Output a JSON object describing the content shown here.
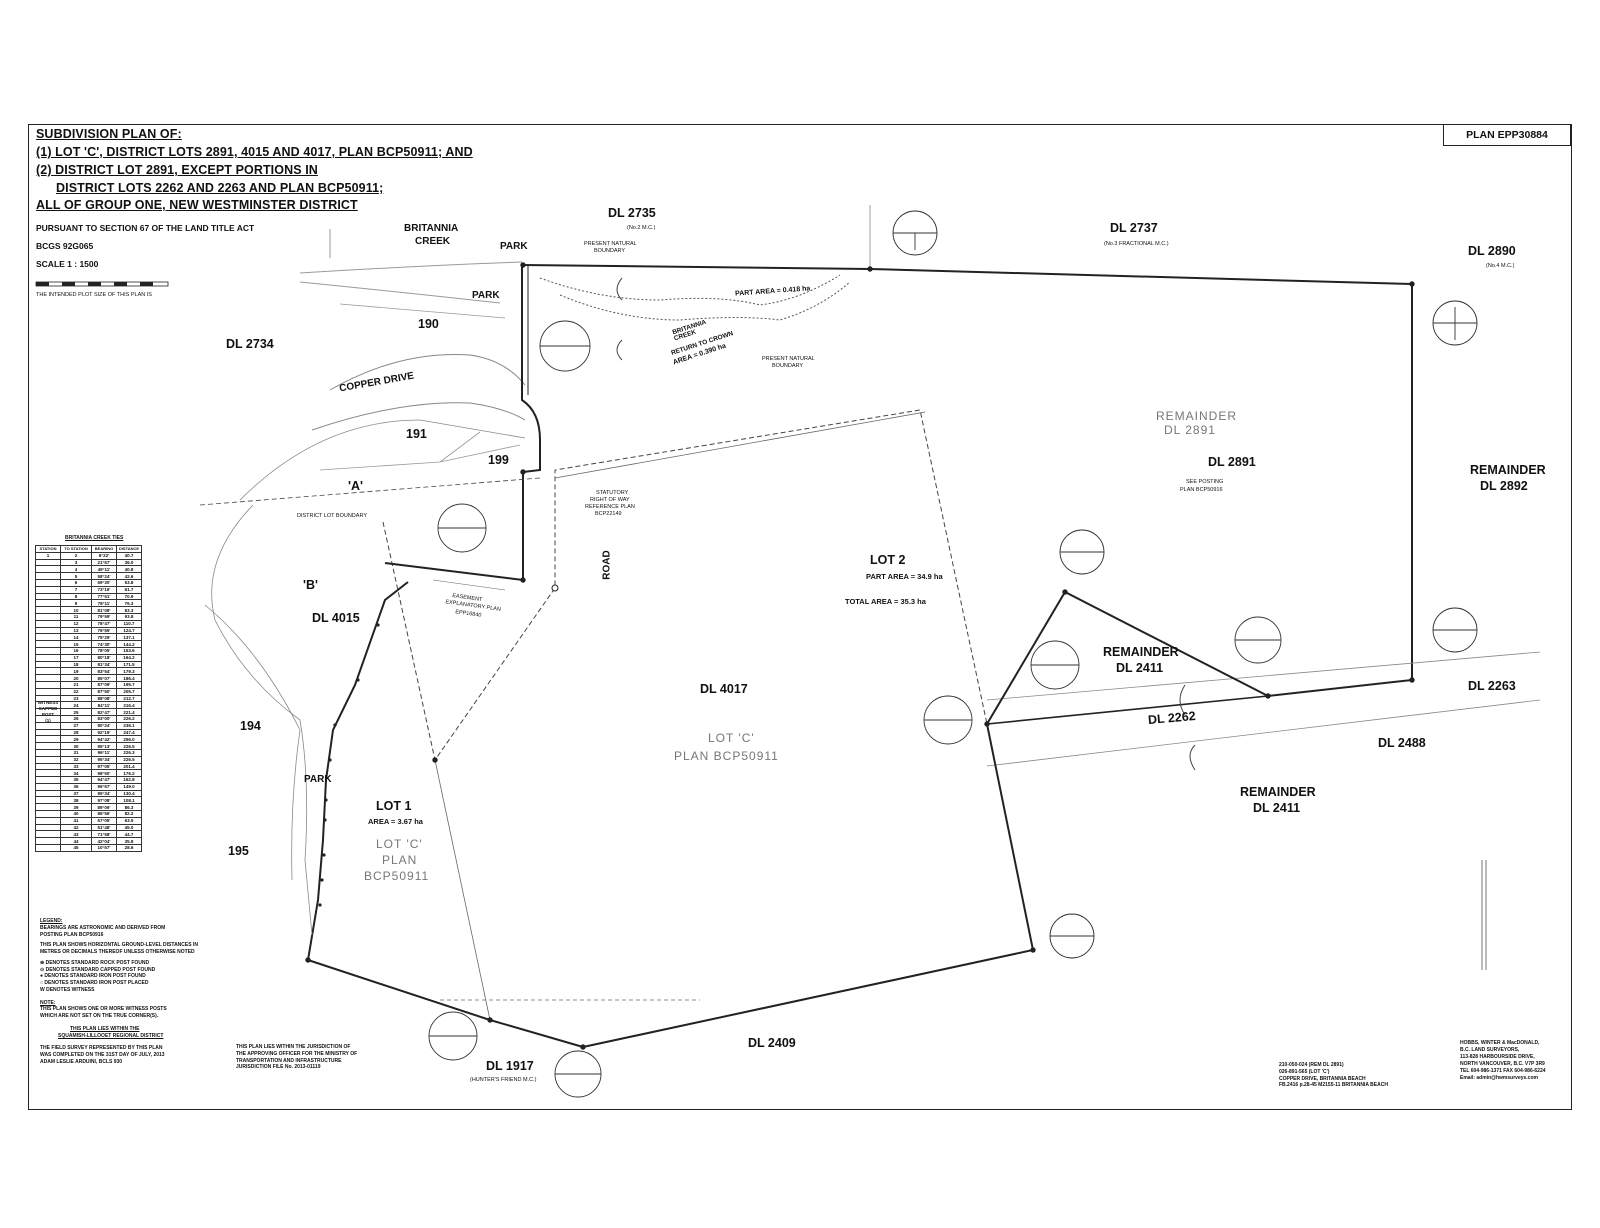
{
  "plan_number": "PLAN EPP30884",
  "title_lines": [
    "SUBDIVISION PLAN OF:",
    "(1) LOT 'C', DISTRICT LOTS 2891, 4015 AND 4017, PLAN BCP50911; AND",
    "(2) DISTRICT LOT 2891, EXCEPT PORTIONS IN",
    "DISTRICT LOTS 2262 AND 2263 AND PLAN BCP50911;",
    "ALL OF GROUP ONE, NEW WESTMINSTER DISTRICT"
  ],
  "pursuant": "PURSUANT TO SECTION 67 OF THE LAND TITLE ACT",
  "bcgs": "BCGS 92G065",
  "scale": "SCALE 1 : 1500",
  "districts": {
    "dl2735": "DL 2735",
    "dl2737": "DL 2737",
    "dl2890": "DL 2890",
    "dl2734": "DL 2734",
    "dl2891": "DL 2891",
    "dl4015": "DL 4015",
    "dl4017": "DL 4017",
    "dl2262": "DL 2262",
    "dl2263": "DL 2263",
    "dl2488": "DL 2488",
    "dl2409": "DL 2409",
    "dl1917": "DL 1917"
  },
  "remainders": {
    "r2891": [
      "REMAINDER",
      "DL 2891"
    ],
    "r2892": [
      "REMAINDER",
      "DL 2892"
    ],
    "r2411a": [
      "REMAINDER",
      "DL 2411"
    ],
    "r2411b": [
      "REMAINDER",
      "DL 2411"
    ]
  },
  "features": {
    "britannia_creek": [
      "BRITANNIA",
      "CREEK"
    ],
    "park": "PARK",
    "copper_drive": "COPPER   DRIVE",
    "road": "ROAD",
    "part_area_north": "PART AREA = 0.418 ha",
    "creek_return": [
      "BRITANNIA",
      "CREEK",
      "RETURN TO CROWN",
      "AREA = 0.390 ha"
    ],
    "statutory_row": [
      "STATUTORY",
      "RIGHT OF WAY",
      "REFERENCE PLAN",
      "BCP22149"
    ],
    "easement_plan": [
      "EASEMENT",
      "EXPLANATORY PLAN",
      "EPP16840"
    ],
    "district_lot_boundary": "DISTRICT LOT BOUNDARY",
    "present_natural_boundary": [
      "PRESENT NATURAL",
      "BOUNDARY"
    ]
  },
  "lots": {
    "lot2": {
      "name": "LOT 2",
      "part_area": "PART AREA = 34.9 ha",
      "total_area": "TOTAL AREA = 35.3 ha"
    },
    "lot1": {
      "name": "LOT 1",
      "area": "AREA = 3.67 ha"
    },
    "lotc_center": [
      "LOT 'C'",
      "PLAN BCP50911"
    ],
    "lotc_left": [
      "LOT 'C'",
      "PLAN",
      "BCP50911"
    ]
  },
  "parcels": {
    "p190": "190",
    "p191": "191",
    "p199": "199",
    "p194": "194",
    "p195": "195",
    "a": "'A'",
    "b": "'B'"
  },
  "tie_table": {
    "caption": "BRITANNIA CREEK TIES",
    "headers": [
      "STATION",
      "TO STATION",
      "BEARING",
      "DISTANCE"
    ],
    "rows": [
      [
        "1",
        "2",
        "6°22'",
        "40.7"
      ],
      [
        "",
        "3",
        "21°57'",
        "36.0"
      ],
      [
        "",
        "4",
        "49°11'",
        "40.8"
      ],
      [
        "",
        "5",
        "58°24'",
        "42.6"
      ],
      [
        "",
        "6",
        "69°30'",
        "53.8"
      ],
      [
        "",
        "7",
        "73°16'",
        "61.7"
      ],
      [
        "",
        "8",
        "77°51'",
        "70.9"
      ],
      [
        "",
        "9",
        "78°11'",
        "76.3"
      ],
      [
        "",
        "10",
        "81°08'",
        "83.3"
      ],
      [
        "",
        "11",
        "79°59'",
        "93.8"
      ],
      [
        "",
        "12",
        "78°47'",
        "110.7"
      ],
      [
        "",
        "13",
        "76°55'",
        "124.7"
      ],
      [
        "",
        "14",
        "79°29'",
        "137.1"
      ],
      [
        "",
        "15",
        "74°30'",
        "144.2"
      ],
      [
        "",
        "16",
        "78°05'",
        "153.6"
      ],
      [
        "",
        "17",
        "80°18'",
        "164.2"
      ],
      [
        "",
        "18",
        "81°34'",
        "171.5"
      ],
      [
        "",
        "19",
        "83°54'",
        "179.3"
      ],
      [
        "",
        "20",
        "85°07'",
        "186.4"
      ],
      [
        "",
        "21",
        "87°09'",
        "195.7"
      ],
      [
        "",
        "22",
        "87°50'",
        "205.7"
      ],
      [
        "",
        "23",
        "88°08'",
        "212.7"
      ],
      [
        "",
        "24",
        "84°11'",
        "216.4"
      ],
      [
        "",
        "25",
        "82°47'",
        "221.4"
      ],
      [
        "",
        "26",
        "83°00'",
        "226.2"
      ],
      [
        "",
        "27",
        "80°24'",
        "236.1"
      ],
      [
        "",
        "28",
        "92°19'",
        "247.4"
      ],
      [
        "",
        "29",
        "94°42'",
        "256.0"
      ],
      [
        "",
        "30",
        "95°13'",
        "226.5"
      ],
      [
        "",
        "31",
        "96°11'",
        "226.3"
      ],
      [
        "",
        "32",
        "95°34'",
        "226.5"
      ],
      [
        "",
        "33",
        "97°05'",
        "201.4"
      ],
      [
        "",
        "34",
        "98°50'",
        "176.2"
      ],
      [
        "",
        "35",
        "94°47'",
        "162.8"
      ],
      [
        "",
        "36",
        "96°57'",
        "149.0"
      ],
      [
        "",
        "37",
        "95°34'",
        "130.4"
      ],
      [
        "",
        "38",
        "97°08'",
        "108.1"
      ],
      [
        "",
        "39",
        "89°06'",
        "86.3"
      ],
      [
        "",
        "40",
        "86°56'",
        "82.2"
      ],
      [
        "",
        "41",
        "57°05'",
        "63.5"
      ],
      [
        "",
        "42",
        "51°48'",
        "45.0"
      ],
      [
        "",
        "43",
        "71°58'",
        "44.7"
      ],
      [
        "",
        "44",
        "42°04'",
        "35.8"
      ],
      [
        "",
        "45",
        "10°57'",
        "28.6"
      ]
    ],
    "witness_label": [
      "WITNESS",
      "CAPPED",
      "POST",
      "(1)"
    ]
  },
  "legend": {
    "heading": "LEGEND:",
    "lines": [
      "BEARINGS ARE ASTRONOMIC AND DERIVED FROM",
      "POSTING PLAN BCP50916",
      "THIS PLAN SHOWS HORIZONTAL GROUND-LEVEL DISTANCES IN",
      "METRES OR DECIMALS THEREOF UNLESS OTHERWISE NOTED",
      "⊕  DENOTES STANDARD ROCK POST FOUND",
      "⊙  DENOTES STANDARD CAPPED POST FOUND",
      "●  DENOTES STANDARD IRON POST FOUND",
      "○  DENOTES STANDARD IRON POST PLACED",
      "W  DENOTES WITNESS"
    ],
    "note_heading": "NOTE:",
    "note": [
      "THIS PLAN SHOWS ONE OR MORE WITNESS POSTS",
      "WHICH ARE NOT SET ON THE TRUE CORNER(S)."
    ],
    "regional": [
      "THIS PLAN LIES WITHIN THE",
      "SQUAMISH-LILLOOET REGIONAL DISTRICT"
    ],
    "field_survey": [
      "THE FIELD SURVEY REPRESENTED BY THIS PLAN",
      "WAS COMPLETED ON THE 31ST DAY OF JULY, 2013",
      "ADAM LESLIE ARDUINI, BCLS 930"
    ]
  },
  "jurisdiction": [
    "THIS PLAN LIES WITHIN THE JURISDICTION OF",
    "THE APPROVING OFFICER FOR THE MINISTRY OF",
    "TRANSPORTATION AND INFRASTRUCTURE",
    "JURISDICTION FILE No. 2013-01119"
  ],
  "surveyor": [
    "HOBBS, WINTER & MacDONALD,",
    "B.C. LAND SURVEYORS,",
    "113-828 HARBOURSIDE DRIVE,",
    "NORTH VANCOUVER, B.C. V7P 3R9",
    "TEL 604-986-1371  FAX 604-986-6224",
    "Email: admin@hwmsurveys.com"
  ],
  "file_info": [
    "210-050-024 (REM DL 2891)",
    "026-891-565 (LOT 'C')",
    "COPPER DRIVE, BRITANNIA BEACH",
    "FB.2416 p.28-45   M2155-11   BRITANNIA BEACH"
  ],
  "misc": {
    "hunters_friend": "(HUNTER'S FRIEND M.C.)",
    "no2mc": "(No.2 M.C.)",
    "no3": "(No.3 FRACTIONAL M.C.)",
    "no4": "(No.4 M.C.)",
    "plan_bcp": "PLAN BCP50916",
    "see_posting": "SEE POSTING"
  }
}
